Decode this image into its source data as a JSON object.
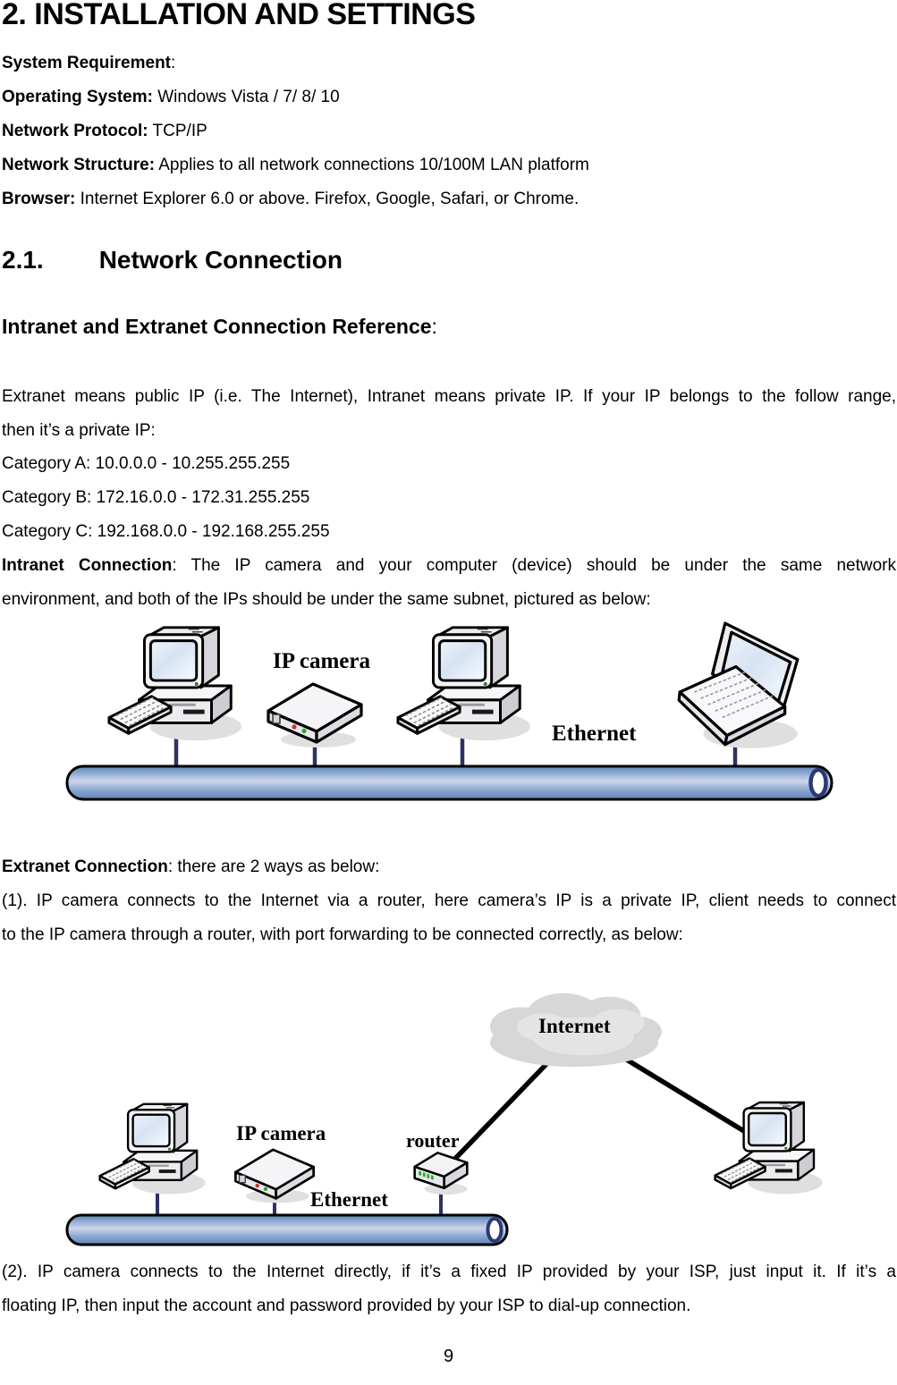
{
  "page": {
    "title": "2. INSTALLATION AND SETTINGS",
    "number": "9"
  },
  "system_requirement": {
    "heading": "System Requirement",
    "heading_colon": ":",
    "items": [
      {
        "label": "Operating System:",
        "text": " Windows Vista / 7/ 8/ 10"
      },
      {
        "label": "Network Protocol:",
        "text": " TCP/IP"
      },
      {
        "label": "Network Structure:",
        "text": " Applies to all network connections 10/100M LAN platform"
      },
      {
        "label": "Browser:",
        "text": " Internet Explorer 6.0 or above. Firefox, Google, Safari, or Chrome."
      }
    ]
  },
  "section": {
    "number": "2.1.",
    "title": "Network Connection"
  },
  "reference": {
    "heading": "Intranet and Extranet Connection Reference",
    "heading_colon": ":",
    "intro_line1": "Extranet means public IP (i.e. The Internet), Intranet means private IP. If your IP belongs to the follow range,",
    "intro_line2": "then it’s a private IP:",
    "categories": [
      "Category A: 10.0.0.0 - 10.255.255.255",
      "Category B: 172.16.0.0 - 172.31.255.255",
      "Category C: 192.168.0.0 - 192.168.255.255"
    ]
  },
  "intranet": {
    "label": "Intranet Connection",
    "line1_rest": ": The IP camera and your computer (device) should be under the same network",
    "line2": "environment, and both of the IPs should be under the same subnet, pictured as below:"
  },
  "extranet": {
    "label": "Extranet Connection",
    "line1_rest": ": there are 2 ways as below:",
    "way1_line1": "(1). IP camera connects to the Internet via a router, here camera’s IP is a private IP, client needs to connect",
    "way1_line2": "to the IP camera through a router, with port forwarding to be connected correctly, as below:",
    "way2_line1": "(2). IP camera connects to the Internet directly, if it’s a fixed IP provided by your ISP, just input it. If it’s a",
    "way2_line2": "floating IP, then input the account and password provided by your ISP to dial-up connection."
  },
  "diagram1": {
    "ip_camera_label": "IP camera",
    "ethernet_label": "Ethernet"
  },
  "diagram2": {
    "internet_label": "Internet",
    "ip_camera_label": "IP camera",
    "router_label": "router",
    "ethernet_label": "Ethernet"
  },
  "colors": {
    "pipe_blue": "#7fa0cd",
    "pipe_highlight": "#cdd6ea",
    "connector_navy": "#2e3263",
    "cloud_gray": "#d7d7d7",
    "led_green": "#1fae1f",
    "led_red": "#cc3333"
  }
}
